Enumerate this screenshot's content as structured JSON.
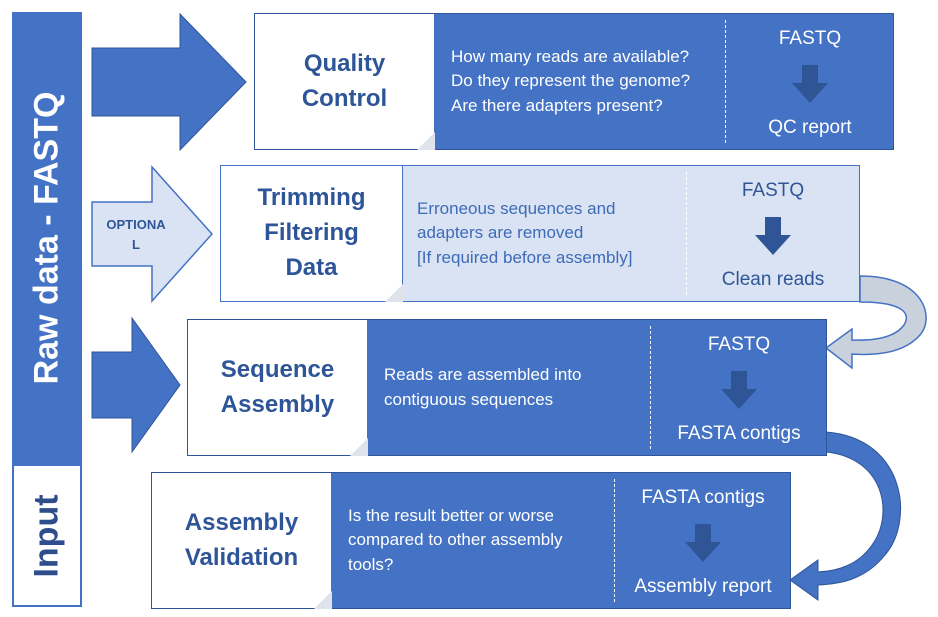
{
  "sidebar": {
    "raw_label": "Raw data - FASTQ",
    "input_label": "Input"
  },
  "optional_label": "OPTIONA\nL",
  "steps": [
    {
      "title": "Quality\nControl",
      "description": "How many reads are available?\nDo they represent the genome?\nAre there adapters present?",
      "input": "FASTQ",
      "output": "QC report"
    },
    {
      "title": "Trimming\nFiltering\nData",
      "description": "Erroneous sequences and\nadapters are removed\n[If required before assembly]",
      "input": "FASTQ",
      "output": "Clean reads"
    },
    {
      "title": "Sequence\nAssembly",
      "description": "Reads are assembled into\ncontiguous sequences",
      "input": "FASTQ",
      "output": "FASTA contigs"
    },
    {
      "title": "Assembly\nValidation",
      "description": "Is the result better or worse\ncompared to other assembly\ntools?",
      "input": "FASTA contigs",
      "output": "Assembly report"
    }
  ],
  "colors": {
    "primary": "#4472c4",
    "dark": "#2f5597",
    "light": "#dae3f3",
    "title_text": "#2e5597"
  }
}
